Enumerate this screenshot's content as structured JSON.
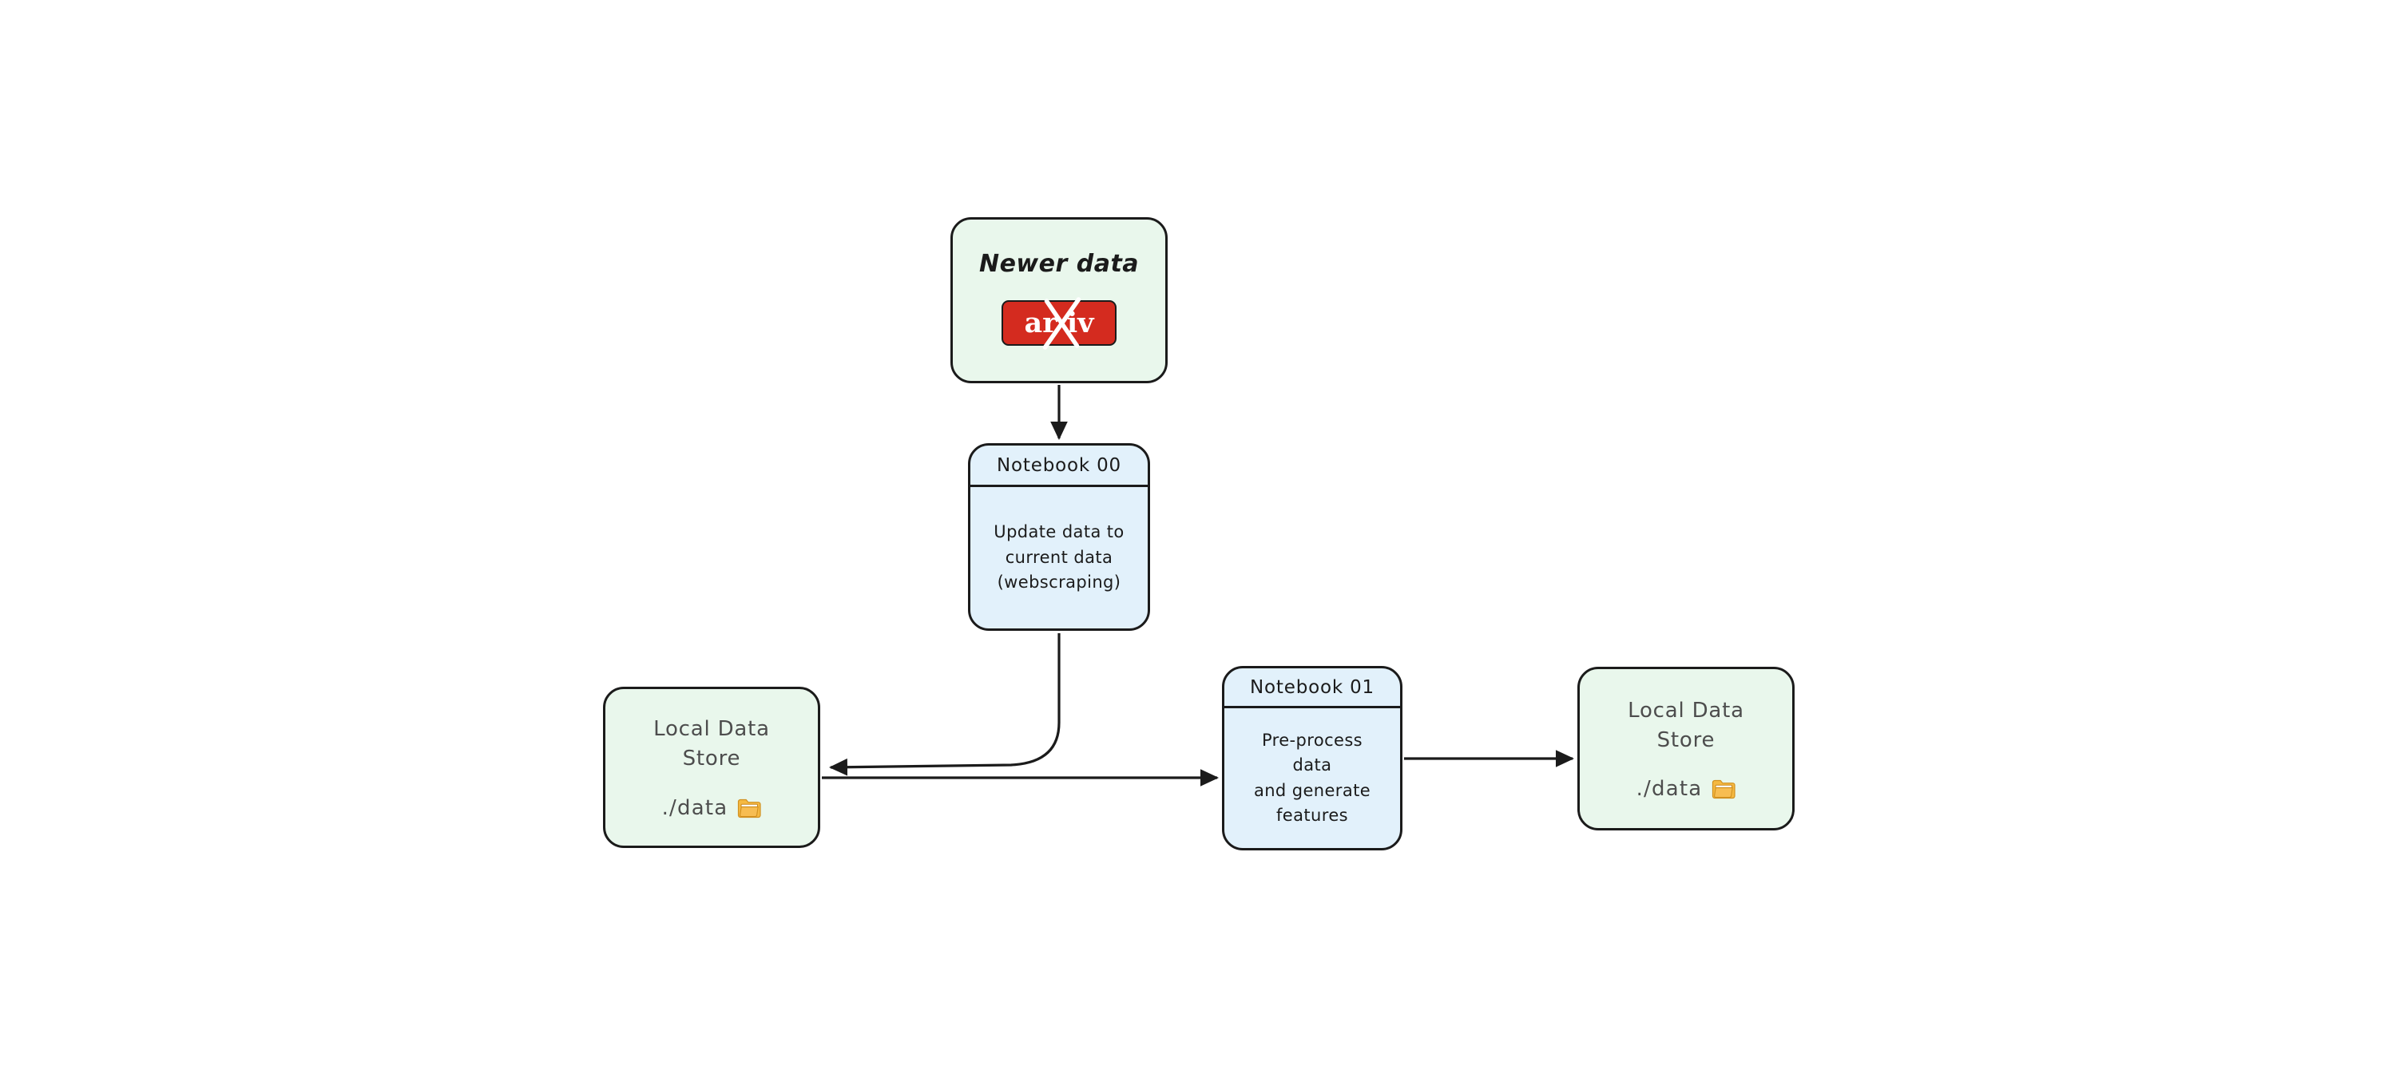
{
  "diagram": {
    "type": "flowchart",
    "title": "Data pipeline flowchart",
    "background_color": "#ffffff",
    "colors": {
      "green_fill": "#e9f7ec",
      "blue_fill": "#e2f1fb",
      "stroke": "#1b1b1b",
      "muted_text": "#4d4d4d",
      "arxiv_red": "#d42b1f",
      "folder_yellow": "#f5b942"
    }
  },
  "nodes": {
    "newer_data": {
      "title": "Newer data",
      "badge_label": "arXiv",
      "badge_word_visible": "ar iv",
      "badge_icon": "arxiv-logo",
      "shape": "rounded-rectangle",
      "fill": "#e9f7ec"
    },
    "notebook_00": {
      "header": "Notebook 00",
      "body": "Update data to\ncurrent data\n(webscraping)",
      "shape": "rounded-rectangle-with-header",
      "fill": "#e2f1fb"
    },
    "store_left": {
      "title": "Local Data\nStore",
      "path": "./data",
      "icon": "folder-icon",
      "shape": "rounded-rectangle",
      "fill": "#e9f7ec"
    },
    "notebook_01": {
      "header": "Notebook 01",
      "body": "Pre-process\ndata\nand generate\nfeatures",
      "shape": "rounded-rectangle-with-header",
      "fill": "#e2f1fb"
    },
    "store_right": {
      "title": "Local Data\nStore",
      "path": "./data",
      "icon": "folder-icon",
      "shape": "rounded-rectangle",
      "fill": "#e9f7ec"
    }
  },
  "edges": [
    {
      "id": "newer-data-to-notebook-00",
      "from": "newer_data",
      "to": "notebook_00",
      "label": "",
      "style": "straight-vertical",
      "arrowhead": "to"
    },
    {
      "id": "notebook-00-to-store-left",
      "from": "notebook_00",
      "to": "store_left",
      "label": "",
      "style": "curved-elbow",
      "arrowhead": "to"
    },
    {
      "id": "store-left-to-notebook-01",
      "from": "store_left",
      "to": "notebook_01",
      "label": "",
      "style": "straight-horizontal",
      "arrowhead": "to"
    },
    {
      "id": "notebook-01-to-store-right",
      "from": "notebook_01",
      "to": "store_right",
      "label": "",
      "style": "straight-horizontal",
      "arrowhead": "to"
    }
  ]
}
